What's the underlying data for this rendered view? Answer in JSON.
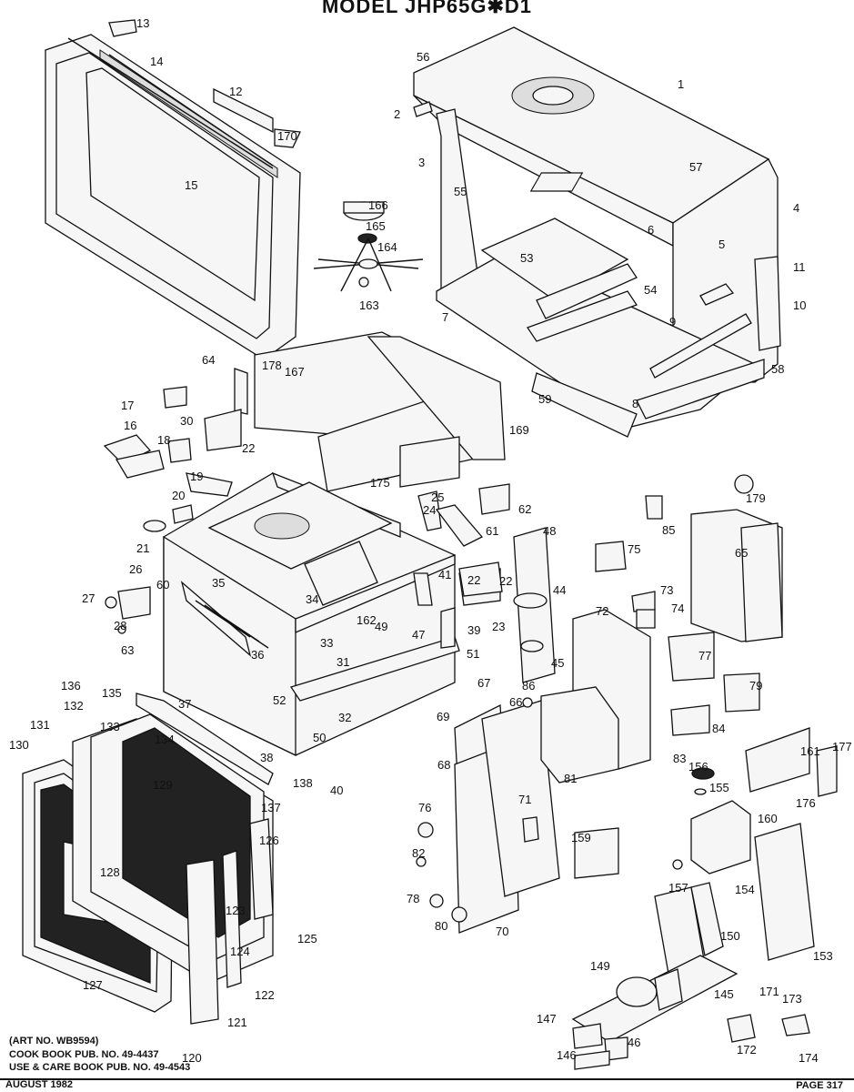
{
  "title": "MODEL JHP65G✱D1",
  "notes": [
    "(ART NO. WB9594)",
    "COOK BOOK PUB. NO. 49-4437",
    "USE & CARE BOOK PUB. NO. 49-4543"
  ],
  "footer": {
    "date": "AUGUST 1982",
    "page": "PAGE 317"
  },
  "callouts": [
    "1",
    "2",
    "3",
    "4",
    "5",
    "6",
    "7",
    "8",
    "9",
    "10",
    "11",
    "12",
    "13",
    "14",
    "15",
    "16",
    "17",
    "18",
    "19",
    "20",
    "21",
    "22",
    "22",
    "22",
    "23",
    "24",
    "25",
    "26",
    "27",
    "28",
    "30",
    "31",
    "32",
    "33",
    "34",
    "35",
    "36",
    "37",
    "38",
    "39",
    "40",
    "41",
    "44",
    "45",
    "46",
    "47",
    "48",
    "49",
    "50",
    "51",
    "52",
    "53",
    "54",
    "55",
    "56",
    "57",
    "58",
    "59",
    "60",
    "61",
    "62",
    "63",
    "64",
    "65",
    "66",
    "67",
    "68",
    "69",
    "70",
    "71",
    "72",
    "73",
    "74",
    "75",
    "76",
    "77",
    "78",
    "79",
    "80",
    "81",
    "82",
    "83",
    "84",
    "85",
    "86",
    "120",
    "121",
    "122",
    "123",
    "124",
    "125",
    "126",
    "127",
    "128",
    "129",
    "130",
    "131",
    "132",
    "133",
    "134",
    "135",
    "136",
    "137",
    "138",
    "145",
    "146",
    "147",
    "149",
    "150",
    "153",
    "154",
    "155",
    "156",
    "157",
    "159",
    "160",
    "161",
    "162",
    "163",
    "164",
    "165",
    "166",
    "167",
    "169",
    "170",
    "171",
    "172",
    "173",
    "174",
    "175",
    "176",
    "177",
    "178",
    "179"
  ]
}
